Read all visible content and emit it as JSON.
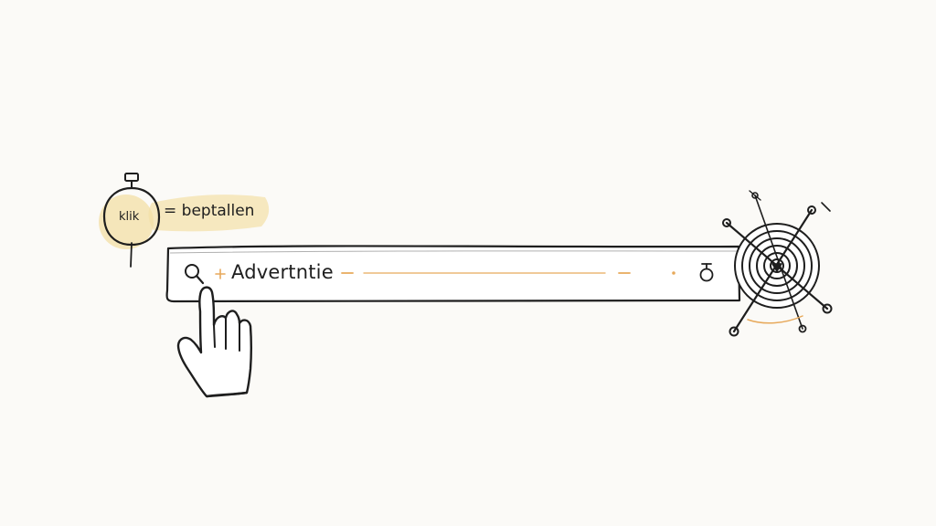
{
  "timer_badge": {
    "label": "klik"
  },
  "definition": {
    "text": "= beptallen"
  },
  "search_bar": {
    "value": "Advertntie"
  },
  "icons": {
    "search": "magnifier-icon",
    "plus": "plus-icon",
    "timer": "stopwatch-icon",
    "pointer": "hand-pointer-icon",
    "target": "target-icon"
  },
  "colors": {
    "ink": "#1e1e1e",
    "highlight": "#f3dfa6",
    "accent_line": "#e7a95b",
    "background": "#fbfaf7"
  }
}
